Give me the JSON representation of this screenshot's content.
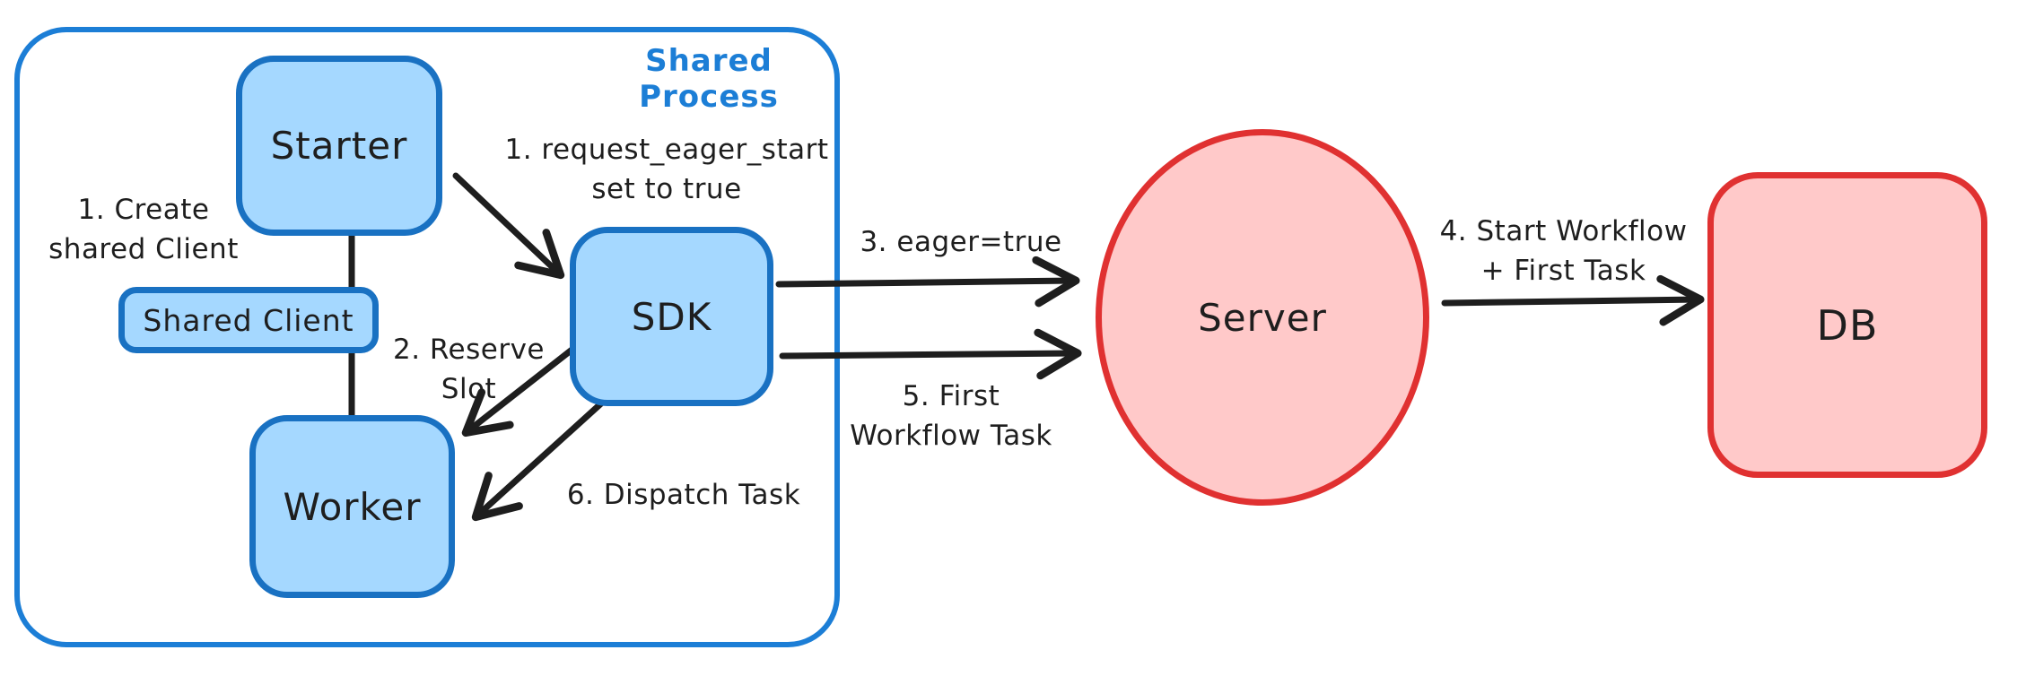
{
  "diagram": {
    "container_label": "Shared Process",
    "nodes": {
      "starter": {
        "label": "Starter"
      },
      "shared_client": {
        "label": "Shared Client"
      },
      "worker": {
        "label": "Worker"
      },
      "sdk": {
        "label": "SDK"
      },
      "server": {
        "label": "Server"
      },
      "db": {
        "label": "DB"
      }
    },
    "annotations": {
      "create_shared_client": {
        "line1": "1. Create",
        "line2": "shared Client"
      },
      "request_eager_start": {
        "line1": "1. request_eager_start",
        "line2": "set to true"
      },
      "reserve_slot": {
        "line1": "2. Reserve",
        "line2": "Slot"
      },
      "dispatch_task": {
        "text": "6. Dispatch Task"
      },
      "eager_true": {
        "text": "3. eager=true"
      },
      "first_workflow_task": {
        "line1": "5. First",
        "line2": "Workflow Task"
      },
      "start_workflow": {
        "line1": "4. Start Workflow",
        "line2": "+ First Task"
      }
    },
    "edges": [
      {
        "from": "starter",
        "to": "sdk",
        "label": "1. request_eager_start set to true",
        "arrow": true
      },
      {
        "from": "starter",
        "to": "worker",
        "label": "1. Create shared Client (via Shared Client)",
        "arrow": false
      },
      {
        "from": "sdk",
        "to": "worker",
        "label": "2. Reserve Slot",
        "arrow": true
      },
      {
        "from": "sdk",
        "to": "worker",
        "label": "6. Dispatch Task",
        "arrow": true
      },
      {
        "from": "sdk",
        "to": "server",
        "label": "3. eager=true",
        "arrow": true
      },
      {
        "from": "sdk",
        "to": "server",
        "label": "5. First Workflow Task",
        "arrow": true
      },
      {
        "from": "server",
        "to": "db",
        "label": "4. Start Workflow + First Task",
        "arrow": true
      }
    ],
    "colors": {
      "blue_stroke": "#1971c2",
      "blue_container_stroke": "#1c7ed6",
      "blue_fill": "#a5d8ff",
      "red_stroke": "#e03131",
      "red_fill": "#ffc9c9",
      "ink": "#1e1e1e",
      "background": "#ffffff"
    }
  }
}
